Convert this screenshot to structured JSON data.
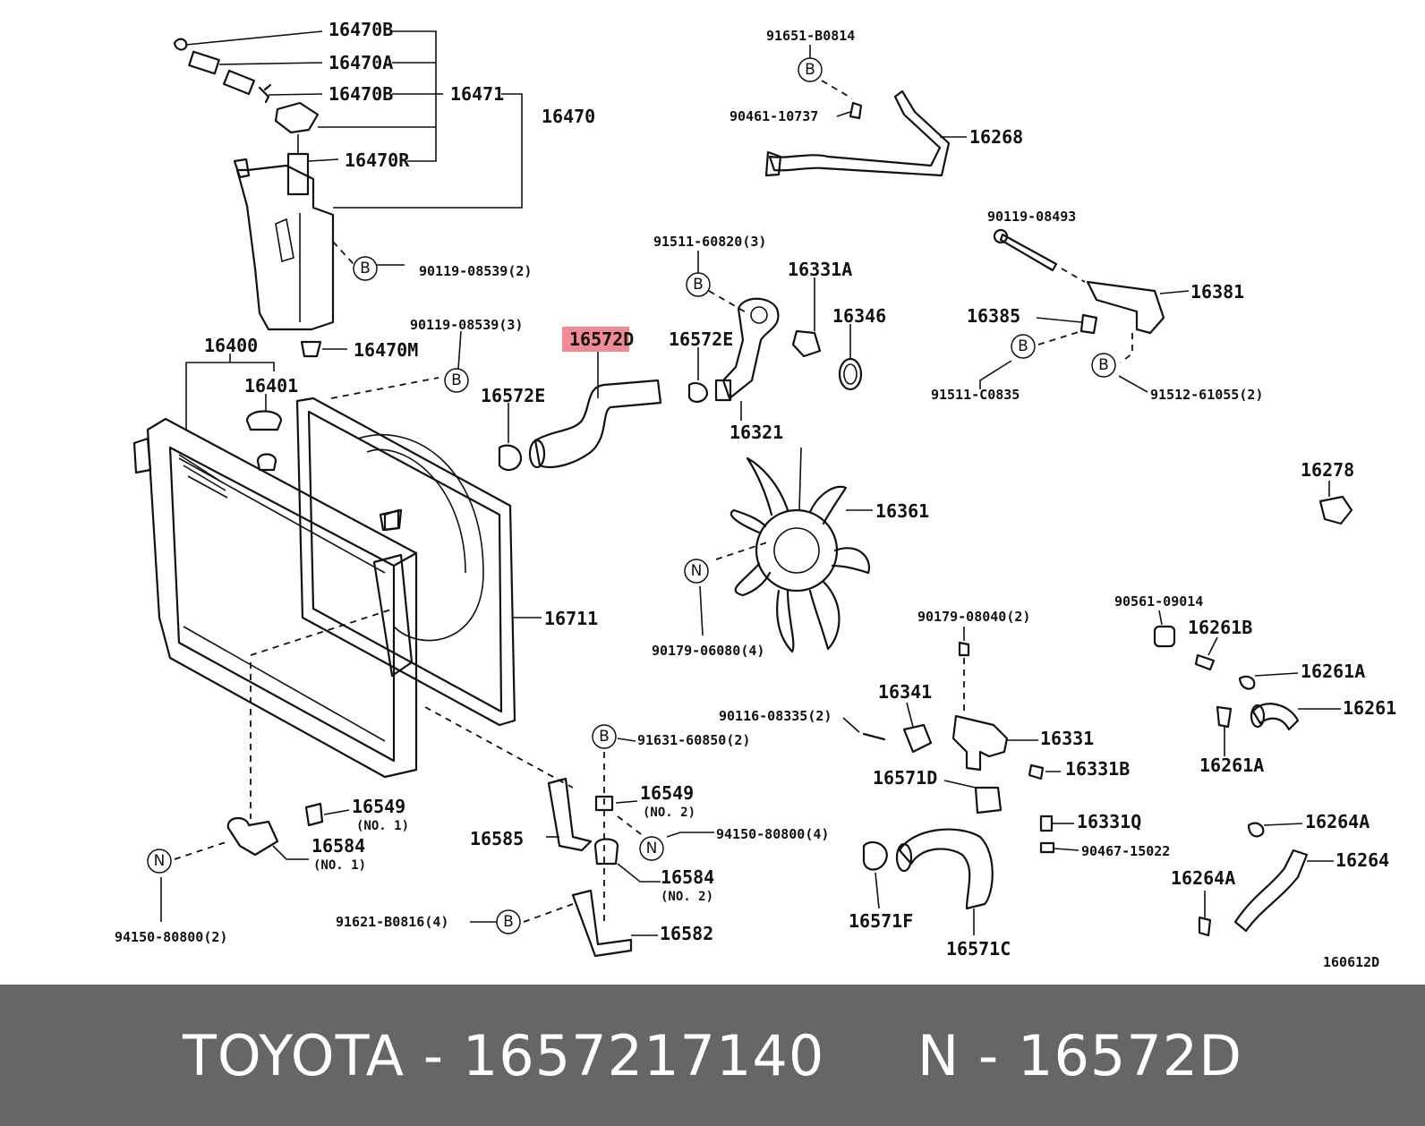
{
  "diagram": {
    "highlight_color": "#f08a94",
    "labels": {
      "p16470B_1": "16470B",
      "p16470A": "16470A",
      "p16470B_2": "16470B",
      "p16471": "16471",
      "p16470": "16470",
      "p16470R": "16470R",
      "p90119_08539_2": "90119-08539(2)",
      "p90119_08539_3": "90119-08539(3)",
      "p16470M": "16470M",
      "p16400": "16400",
      "p16401": "16401",
      "p16572E_1": "16572E",
      "p16572D": "16572D",
      "p16572E_2": "16572E",
      "p16321": "16321",
      "p16331A": "16331A",
      "p16346": "16346",
      "p91511_60820": "91511-60820(3)",
      "p91651_B0814": "91651-B0814",
      "p90461_10737": "90461-10737",
      "p16268": "16268",
      "p90119_08493": "90119-08493",
      "p16381": "16381",
      "p16385": "16385",
      "p91511_C0835": "91511-C0835",
      "p91512_61055": "91512-61055(2)",
      "p16278": "16278",
      "p16361": "16361",
      "p90179_06080": "90179-06080(4)",
      "p16711": "16711",
      "p90179_08040": "90179-08040(2)",
      "p90561_09014": "90561-09014",
      "p16261B": "16261B",
      "p16261A_1": "16261A",
      "p16261": "16261",
      "p16261A_2": "16261A",
      "p16341": "16341",
      "p90116_08335": "90116-08335(2)",
      "p16331": "16331",
      "p16331B": "16331B",
      "p16571D": "16571D",
      "p16331Q": "16331Q",
      "p90467_15022": "90467-15022",
      "p16264A_1": "16264A",
      "p16264": "16264",
      "p16264A_2": "16264A",
      "p16571F": "16571F",
      "p16571C": "16571C",
      "p91631_60850": "91631-60850(2)",
      "p16549_2": "16549",
      "p16549_2_note": "(NO. 2)",
      "p94150_80800_4": "94150-80800(4)",
      "p16585": "16585",
      "p16584_2": "16584",
      "p16584_2_note": "(NO. 2)",
      "p91621_B0816": "91621-B0816(4)",
      "p16582": "16582",
      "p16549_1": "16549",
      "p16549_1_note": "(NO. 1)",
      "p16584_1": "16584",
      "p16584_1_note": "(NO. 1)",
      "p94150_80800_2": "94150-80800(2)",
      "diagram_code": "160612D"
    },
    "callouts": {
      "b": "B",
      "n": "N"
    }
  },
  "footer": {
    "text": "TOYOTA - 1657217140     N - 16572D"
  }
}
